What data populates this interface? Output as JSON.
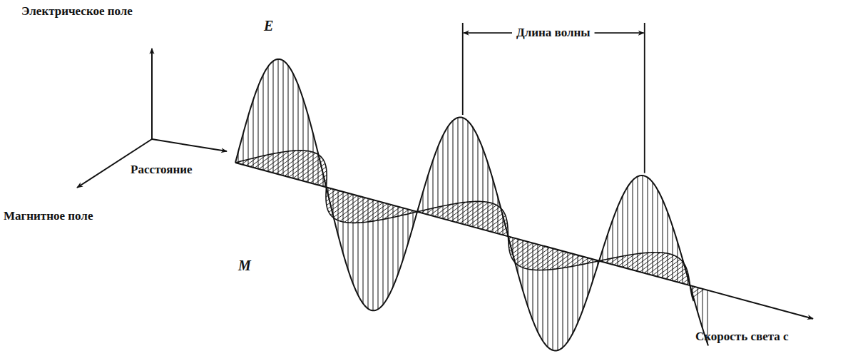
{
  "diagram": {
    "labels": [
      "Электрическое поле",
      "E",
      "Длина волны",
      "Расстояние",
      "Магнитное поле",
      "M",
      "Скорость света c"
    ]
  }
}
